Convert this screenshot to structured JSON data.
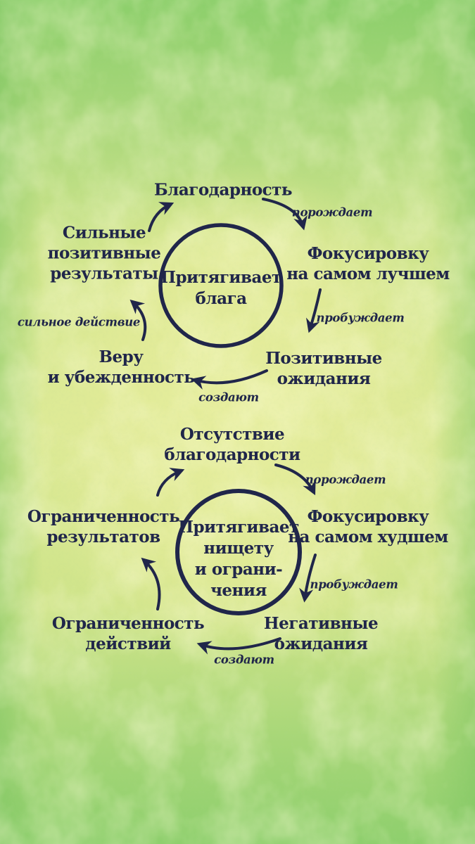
{
  "colors": {
    "ink": "#20264a",
    "bg_center": "#e3ea9c",
    "bg_edge": "#8bcd68",
    "speckle": "#f4f6a8"
  },
  "cycle1": {
    "center_label": {
      "lines": [
        "Притягивает",
        "блага"
      ]
    },
    "nodes": {
      "top": {
        "lines": [
          "Благодарность"
        ]
      },
      "right": {
        "lines": [
          "Фокусировку",
          "на самом лучшем"
        ]
      },
      "bottom_right": {
        "lines": [
          "Позитивные",
          "ожидания"
        ]
      },
      "bottom_left": {
        "lines": [
          "Веру",
          "и убежденность"
        ]
      },
      "left": {
        "lines": [
          "Сильные",
          "позитивные",
          "результаты"
        ]
      }
    },
    "arrow_labels": {
      "top_right": "порождает",
      "right": "пробуждает",
      "bottom": "создают",
      "left": "сильное действие"
    }
  },
  "cycle2": {
    "center_label": {
      "lines": [
        "Притягивает",
        "нищету",
        "и ограни-",
        "чения"
      ]
    },
    "nodes": {
      "top": {
        "lines": [
          "Отсутствие",
          "благодарности"
        ]
      },
      "right": {
        "lines": [
          "Фокусировку",
          "на самом худшем"
        ]
      },
      "bottom_right": {
        "lines": [
          "Негативные",
          "ожидания"
        ]
      },
      "bottom_left": {
        "lines": [
          "Ограниченность",
          "действий"
        ]
      },
      "left": {
        "lines": [
          "Ограниченность",
          "результатов"
        ]
      }
    },
    "arrow_labels": {
      "top_right": "порождает",
      "right": "пробуждает",
      "bottom": "создают"
    }
  }
}
